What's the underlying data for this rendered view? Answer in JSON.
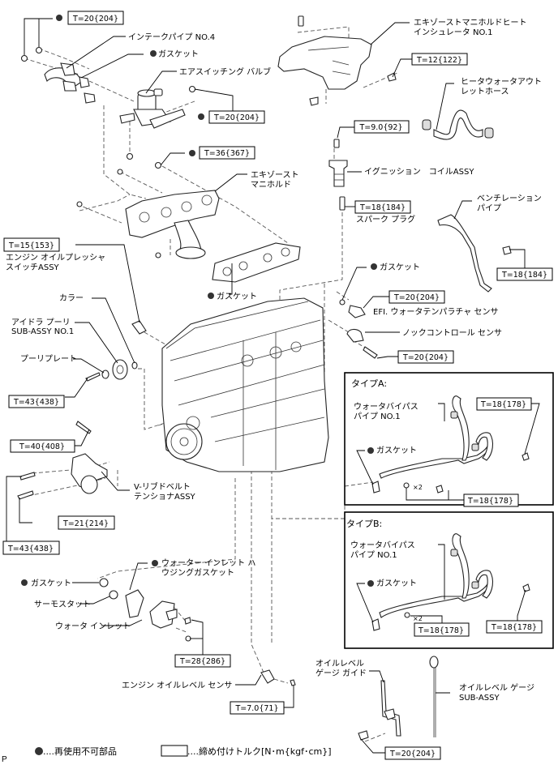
{
  "title": "エンジン 構成部品図",
  "labels": {
    "intake_pipe_no4": "インテークパイプ NO.4",
    "gasket": "ガスケット",
    "air_switching_valve": "エアスイッチング バルブ",
    "exhaust_manifold_heat_insulator_1": "エキゾーストマニホルドヒート",
    "exhaust_manifold_heat_insulator_2": "インシュレータ NO.1",
    "heater_water_outlet_hose_1": "ヒータウォータアウト",
    "heater_water_outlet_hose_2": "レットホース",
    "ignition_coil": "イグニッション　コイルASSY",
    "spark_plug": "スパーク プラグ",
    "exhaust_manifold_1": "エキゾースト",
    "exhaust_manifold_2": "マニホルド",
    "ventilation_pipe_1": "ベンチレーション",
    "ventilation_pipe_2": "パイプ",
    "oil_pressure_switch_1": "エンジン オイルプレッシャ",
    "oil_pressure_switch_2": "スイッチASSY",
    "collar": "カラー",
    "idler_pulley_1": "アイドラ プーリ",
    "idler_pulley_2": "SUB-ASSY NO.1",
    "pulley_plate": "プーリプレート",
    "efi_water_temp_sensor": "EFI. ウォータテンパラチャ センサ",
    "knock_control_sensor": "ノックコントロール センサ",
    "type_a": "タイプA:",
    "type_b": "タイプB:",
    "water_bypass_pipe_1": "ウォータバイパス",
    "water_bypass_pipe_2": "パイプ NO.1",
    "x2": "×2",
    "v_ribbed_belt_tensioner_1": "V-リブドベルト",
    "v_ribbed_belt_tensioner_2": "テンショナASSY",
    "water_inlet_housing_gasket_1": "ウォーター インレット ハ",
    "water_inlet_housing_gasket_2": "ウジングガスケット",
    "thermostat": "サーモスタット",
    "water_inlet": "ウォータ インレット",
    "oil_level_sensor": "エンジン オイルレベル センサ",
    "oil_level_gauge_guide_1": "オイルレベル",
    "oil_level_gauge_guide_2": "ゲージ ガイド",
    "oil_level_gauge_1": "オイルレベル ゲージ",
    "oil_level_gauge_2": "SUB-ASSY"
  },
  "torques": {
    "intake_pipe_nut": "T=20{204}",
    "air_switching_valve_bolt": "T=20{204}",
    "exhaust_manifold_nut": "T=36{367}",
    "heat_insulator_bolt": "T=12{122}",
    "ignition_coil_bolt": "T=9.0{92}",
    "spark_plug": "T=18{184}",
    "ventilation_pipe_bolt": "T=18{184}",
    "oil_pressure_switch": "T=15{153}",
    "efi_sensor": "T=20{204}",
    "knock_sensor_bolt": "T=20{204}",
    "idler_pulley_bolt": "T=43{438}",
    "type_a_bolt_right": "T=18{178}",
    "type_a_nut": "T=18{178}",
    "tensioner_bolt_top": "T=40{408}",
    "tensioner_bolt_lower": "T=21{214}",
    "tensioner_bolt_upper": "T=43{438}",
    "type_b_nut": "T=18{178}",
    "type_b_bolt_right": "T=18{178}",
    "water_inlet_nut": "T=28{286}",
    "oil_level_sensor_bolt": "T=7.0{71}",
    "gauge_guide_bolt": "T=20{204}"
  },
  "legend": {
    "non_reusable": "....再使用不可部品",
    "torque": "....締め付けトルク[N･m{kgf･cm}]"
  },
  "corner_mark": "P"
}
